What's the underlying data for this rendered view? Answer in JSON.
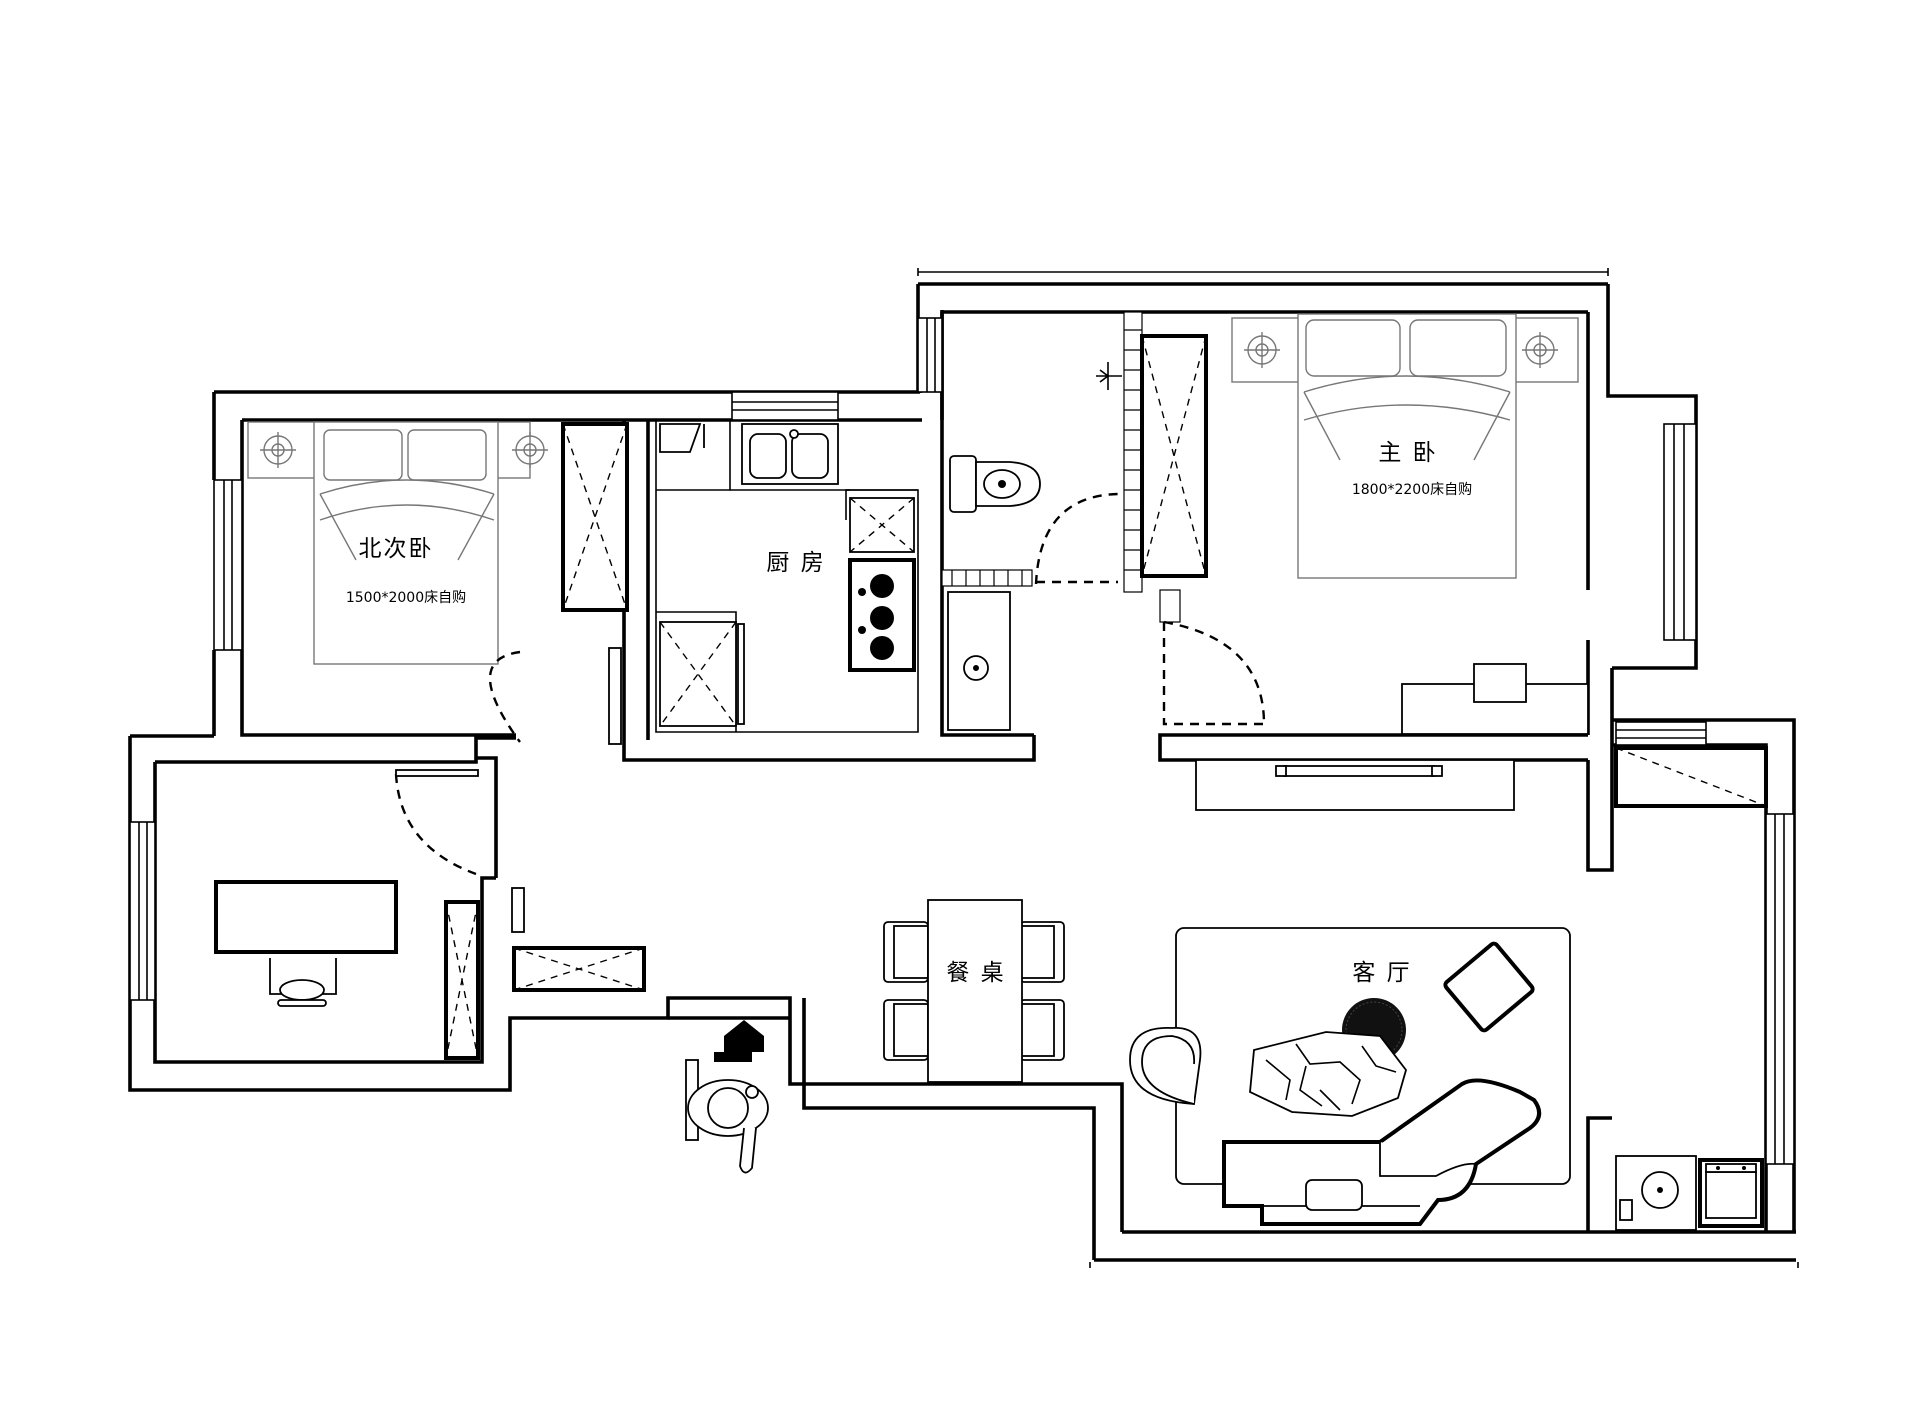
{
  "rooms": {
    "north_bedroom": {
      "name": "北次卧",
      "bed_note": "1500*2000床自购"
    },
    "kitchen": {
      "name": "厨 房"
    },
    "master_bedroom": {
      "name": "主 卧",
      "bed_note": "1800*2200床自购"
    },
    "dining": {
      "name": "餐 桌"
    },
    "living": {
      "name": "客 厅"
    }
  }
}
